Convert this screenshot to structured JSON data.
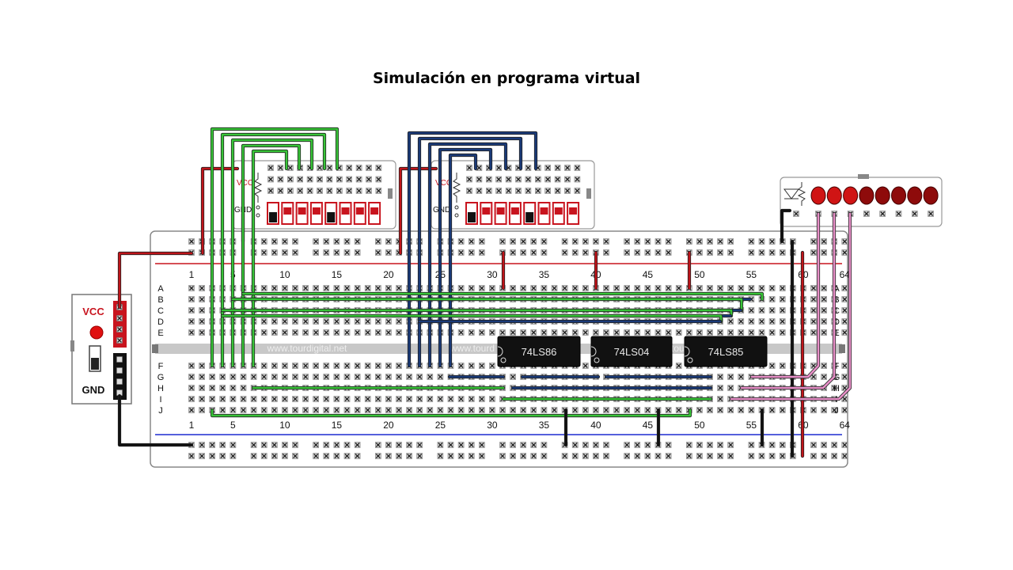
{
  "title": "Simulación en programa virtual",
  "colors": {
    "power_red": "#c8141e",
    "ground_blue": "#1f2bd1",
    "wire_green": "#38c438",
    "wire_navy": "#1a3a78",
    "wire_pink": "#e890c8",
    "wire_black": "#111111",
    "wire_red": "#c0141a",
    "chip_black": "#111111",
    "board_fill": "#ffffff",
    "board_border": "#888888",
    "hole_gray": "#6e6e6e",
    "center_strip": "#c8c8c8",
    "led_red": "#8e0b0b",
    "led_red_bright": "#d01414"
  },
  "breadboard": {
    "column_numbers": [
      "1",
      "5",
      "10",
      "15",
      "20",
      "25",
      "30",
      "35",
      "40",
      "45",
      "50",
      "55",
      "60",
      "64"
    ],
    "row_letters_top": [
      "A",
      "B",
      "C",
      "D",
      "E"
    ],
    "row_letters_bottom": [
      "F",
      "G",
      "H",
      "I",
      "J"
    ],
    "center_watermark": "www.tourdigital.net",
    "center_watermark_2": "www.tourd",
    "center_watermark_3": "www.tou"
  },
  "chips": [
    {
      "label": "74LS86"
    },
    {
      "label": "74LS04"
    },
    {
      "label": "74LS85"
    }
  ],
  "power_module": {
    "vcc_label": "VCC",
    "gnd_label": "GND"
  },
  "dip_switch_modules": [
    {
      "vcc_label": "VCC",
      "gnd_label": "GND",
      "switch_count": 8
    },
    {
      "vcc_label": "VCC",
      "gnd_label": "GND",
      "switch_count": 8
    }
  ],
  "led_module": {
    "led_count": 8
  }
}
